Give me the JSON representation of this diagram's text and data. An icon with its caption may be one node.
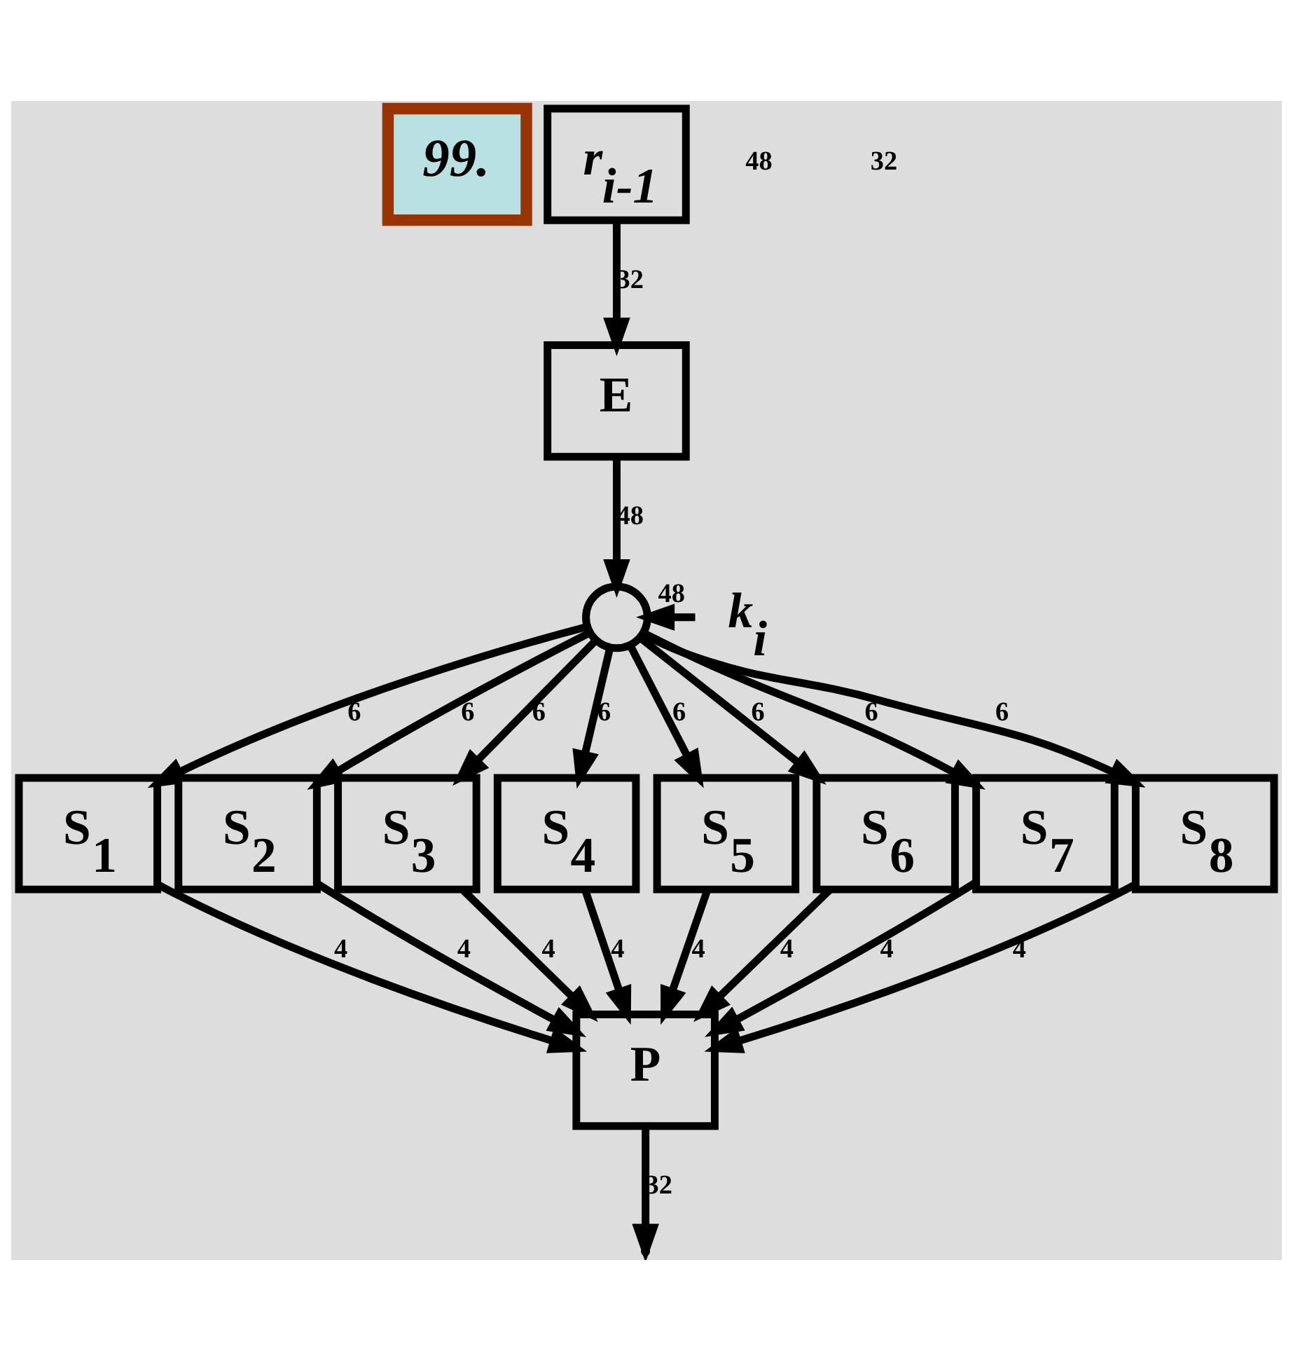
{
  "diagram": {
    "nodes": [
      {
        "text": [
          "99."
        ]
      },
      {
        "text": [
          "r$_{i-1}$"
        ]
      },
      {
        "text": [
          "E"
        ]
      },
      {
        "text": [],
        "shape": "circle"
      },
      {
        "text": [
          "k$_{i}$"
        ]
      },
      {
        "text": [
          "S$_{1}$"
        ]
      },
      {
        "text": [
          "S$_{2}$"
        ]
      },
      {
        "text": [
          "S$_{3}$"
        ]
      },
      {
        "text": [
          "S$_{4}$"
        ]
      },
      {
        "text": [
          "S$_{5}$"
        ]
      },
      {
        "text": [
          "S$_{6}$"
        ]
      },
      {
        "text": [
          "S$_{7}$"
        ]
      },
      {
        "text": [
          "S$_{8}$"
        ]
      },
      {
        "text": [
          "P"
        ]
      }
    ],
    "edges": [
      {
        "from": 1,
        "to": 2,
        "arrow": "to",
        "label": "32"
      },
      {
        "from": 2,
        "to": 3,
        "arrow": "to",
        "label": "48"
      },
      {
        "from": 4,
        "to": 3,
        "arrow": "to",
        "label": "48"
      },
      {
        "from": 3,
        "to": 5,
        "arrow": "to",
        "label": "6"
      },
      {
        "from": 3,
        "to": 6,
        "arrow": "to",
        "label": "6"
      },
      {
        "from": 3,
        "to": 7,
        "arrow": "to",
        "label": "6"
      },
      {
        "from": 3,
        "to": 8,
        "arrow": "to",
        "label": "6"
      },
      {
        "from": 3,
        "to": 9,
        "arrow": "to",
        "label": "6"
      },
      {
        "from": 3,
        "to": 10,
        "arrow": "to",
        "label": "6"
      },
      {
        "from": 3,
        "to": 11,
        "arrow": "to",
        "label": "6"
      },
      {
        "from": 3,
        "to": 12,
        "arrow": "to",
        "label": "6"
      },
      {
        "from": 5,
        "to": 13,
        "arrow": "to",
        "label": "4"
      },
      {
        "from": 6,
        "to": 13,
        "arrow": "to",
        "label": "4"
      },
      {
        "from": 7,
        "to": 13,
        "arrow": "to",
        "label": "4"
      },
      {
        "from": 8,
        "to": 13,
        "arrow": "to",
        "label": "4"
      },
      {
        "from": 9,
        "to": 13,
        "arrow": "to",
        "label": "4"
      },
      {
        "from": 10,
        "to": 13,
        "arrow": "to",
        "label": "4"
      },
      {
        "from": 11,
        "to": 13,
        "arrow": "to",
        "label": "4"
      },
      {
        "from": 12,
        "to": 13,
        "arrow": "to",
        "label": "4"
      },
      {
        "from": 13,
        "to": null,
        "arrow": "to",
        "label": "32"
      }
    ],
    "labels": [
      "48",
      "32"
    ]
  }
}
